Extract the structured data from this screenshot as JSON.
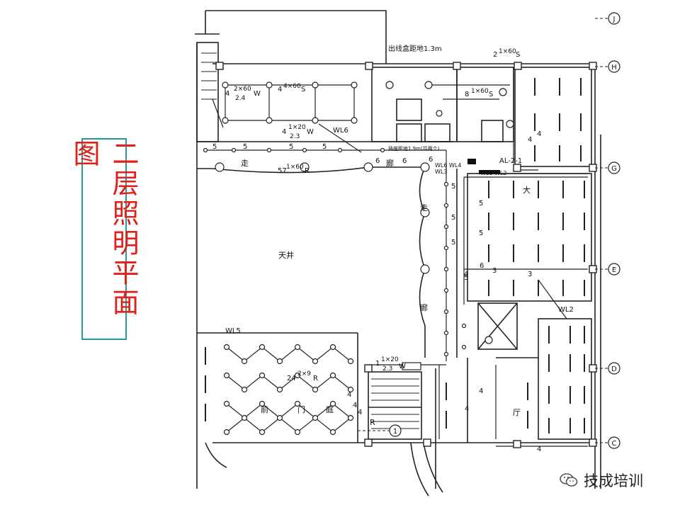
{
  "title": "二层照明平面图",
  "notes": {
    "outlet_box_height": "出线盒距地1.3m",
    "socket_height": "插座距地1.9m(共两个)"
  },
  "fixtures": {
    "f1_qty": "4",
    "f1_num": "2×60",
    "f1_den": "2.4",
    "f1_type": "W",
    "f2_qty": "4",
    "f2_num": "4×60",
    "f2_type": "S",
    "f3_qty": "4",
    "f3_num": "1×20",
    "f3_den": "2.3",
    "f3_type": "W",
    "f4_qty": "2",
    "f4_num": "1×60",
    "f4_type": "S",
    "f5_qty": "8",
    "f5_num": "1×60",
    "f5_type": "S",
    "f6_qty": "57",
    "f6_num": "1×60",
    "f6_type": "R",
    "f7_qty": "24",
    "f7_num": "2×9",
    "f7_type": "R",
    "f8_qty": "1",
    "f8_num": "1×20",
    "f8_den": "2.3",
    "f8_type": "W"
  },
  "circuits": {
    "wl6": "WL6",
    "wl6b": "WL6",
    "wl4": "WL4",
    "wl3": "WL3",
    "wl1": "WL1",
    "wl2": "WL2",
    "wl2b": "WL2",
    "wl5": "WL5",
    "al": "AL-2-1"
  },
  "room_labels": {
    "zou1": "走",
    "lang1": "廊",
    "zou2": "走",
    "lang2": "廊",
    "tianjing": "天井",
    "da": "大",
    "ting": "厅",
    "qian": "前",
    "men": "门",
    "ting2": "庭",
    "r_mark": "R"
  },
  "axes": [
    "J",
    "H",
    "G",
    "E",
    "D",
    "C"
  ],
  "axis_one": "1",
  "wire_counts": {
    "c5": "5",
    "c6": "6",
    "c4": "4",
    "c3": "3"
  },
  "watermark": {
    "text": "技成培训",
    "icon": "wechat-icon"
  }
}
